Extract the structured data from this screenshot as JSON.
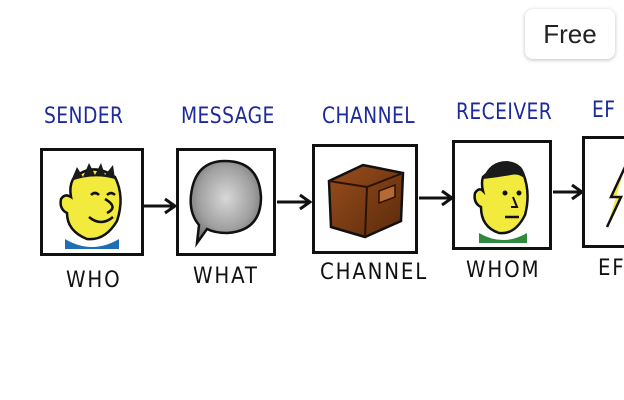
{
  "badge": {
    "label": "Free"
  },
  "steps": [
    {
      "heading": "SENDER",
      "caption": "WHO",
      "icon": "smiling-face-icon"
    },
    {
      "heading": "MESSAGE",
      "caption": "WHAT",
      "icon": "speech-bubble-icon"
    },
    {
      "heading": "CHANNEL",
      "caption": "CHANNEL",
      "icon": "box-icon"
    },
    {
      "heading": "RECEIVER",
      "caption": "WHOM",
      "icon": "neutral-face-icon"
    },
    {
      "heading": "EF",
      "caption": "EF",
      "icon": "lightning-icon"
    }
  ],
  "colors": {
    "heading": "#1c2a9a",
    "face": "#f2ea3c",
    "hair": "#1a1a1a",
    "box": "#7a3a12",
    "bubble": "#9a9a9a",
    "collar_sender": "#1f6fb2",
    "collar_receiver": "#2e8a3c"
  }
}
